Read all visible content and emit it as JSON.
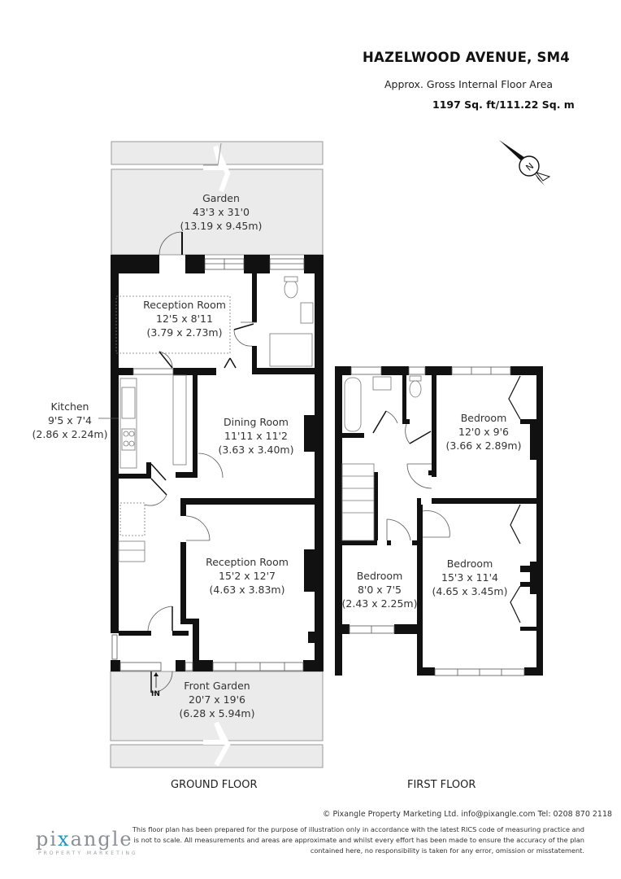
{
  "header": {
    "title": "HAZELWOOD AVENUE, SM4",
    "subtitle": "Approx. Gross Internal Floor Area",
    "area": "1197 Sq. ft/111.22 Sq. m"
  },
  "compass": {
    "icon": "compass-north-icon",
    "letter": "N"
  },
  "ground_floor": {
    "label": "GROUND FLOOR",
    "rooms": [
      {
        "name": "Garden",
        "imperial": "43'3 x 31'0",
        "metric": "(13.19 x 9.45m)"
      },
      {
        "name": "Reception Room",
        "imperial": "12'5 x 8'11",
        "metric": "(3.79 x 2.73m)"
      },
      {
        "name": "Kitchen",
        "imperial": "9'5 x 7'4",
        "metric": "(2.86 x 2.24m)"
      },
      {
        "name": "Dining Room",
        "imperial": "11'11 x 11'2",
        "metric": "(3.63 x 3.40m)"
      },
      {
        "name": "Reception Room",
        "imperial": "15'2 x 12'7",
        "metric": "(4.63 x 3.83m)"
      },
      {
        "name": "Front Garden",
        "imperial": "20'7 x 19'6",
        "metric": "(6.28 x 5.94m)"
      }
    ],
    "entrance_label": "IN"
  },
  "first_floor": {
    "label": "FIRST FLOOR",
    "rooms": [
      {
        "name": "Bedroom",
        "imperial": "12'0 x 9'6",
        "metric": "(3.66 x 2.89m)"
      },
      {
        "name": "Bedroom",
        "imperial": "8'0 x 7'5",
        "metric": "(2.43 x 2.25m)"
      },
      {
        "name": "Bedroom",
        "imperial": "15'3 x 11'4",
        "metric": "(4.65 x 3.45m)"
      }
    ]
  },
  "footer": {
    "copyright": "© Pixangle Property Marketing Ltd. info@pixangle.com Tel: 0208 870 2118",
    "disclaimer": "This floor plan has been prepared for the purpose of illustration only in accordance with the latest RICS code of measuring practice and is not to scale. All measurements and areas are approximate and whilst every effort has been made to ensure the accuracy of the plan contained here, no responsibility is taken for any error, omission or misstatement.",
    "logo_pre": "pi",
    "logo_x": "x",
    "logo_post": "angle",
    "logo_sub": "PROPERTY MARKETING"
  },
  "colors": {
    "wall": "#111111",
    "garden_fill": "#ebebeb",
    "garden_stroke": "#9a9a9a",
    "logo_accent": "#1d95c6"
  }
}
